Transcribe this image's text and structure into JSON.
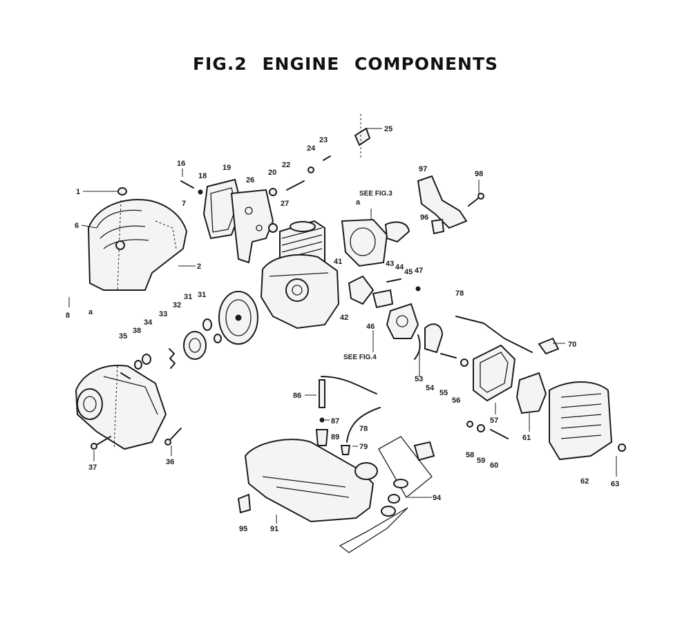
{
  "title": "FIG.2    ENGINE COMPONENTS",
  "notes": {
    "see_fig3": "SEE FIG.3",
    "see_fig4": "SEE FIG.4",
    "marker_a": "a"
  },
  "part_labels": [
    "1",
    "6",
    "7",
    "2",
    "8",
    "16",
    "18",
    "19",
    "26",
    "20",
    "22",
    "24",
    "23",
    "25",
    "27",
    "97",
    "98",
    "96",
    "41",
    "43",
    "44",
    "45",
    "47",
    "42",
    "46",
    "35",
    "38",
    "34",
    "33",
    "32",
    "31",
    "78",
    "70",
    "53",
    "54",
    "55",
    "56",
    "57",
    "61",
    "62",
    "63",
    "58",
    "59",
    "60",
    "86",
    "87",
    "89",
    "79",
    "94",
    "95",
    "91",
    "37",
    "36"
  ]
}
